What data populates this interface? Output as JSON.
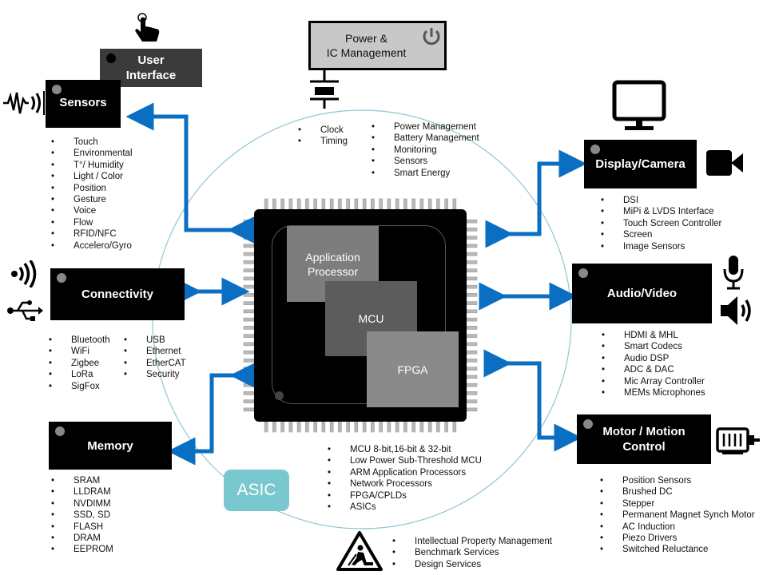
{
  "power": {
    "title": "Power &\nIC Management"
  },
  "clock_list": [
    "Clock",
    "Timing"
  ],
  "power_list": [
    "Power Management",
    "Battery Management",
    "Monitoring",
    "Sensors",
    "Smart Energy"
  ],
  "user_interface": {
    "title": "User\nInterface"
  },
  "sensors": {
    "title": "Sensors",
    "items": [
      "Touch",
      "Environmental",
      "T°/ Humidity",
      "Light / Color",
      "Position",
      "Gesture",
      "Voice",
      "Flow",
      "RFID/NFC",
      "Accelero/Gyro"
    ]
  },
  "connectivity": {
    "title": "Connectivity",
    "col1": [
      "Bluetooth",
      "WiFi",
      "Zigbee",
      "LoRa",
      "SigFox"
    ],
    "col2": [
      "USB",
      "Ethernet",
      "EtherCAT",
      "Security"
    ]
  },
  "memory": {
    "title": "Memory",
    "items": [
      "SRAM",
      "LLDRAM",
      "NVDIMM",
      "SSD, SD",
      "FLASH",
      "DRAM",
      "EEPROM"
    ]
  },
  "asic": {
    "label": "ASIC"
  },
  "chip": {
    "app_processor": "Application\nProcessor",
    "mcu": "MCU",
    "fpga": "FPGA"
  },
  "processors": [
    "MCU 8-bit,16-bit & 32-bit",
    "Low Power Sub-Threshold MCU",
    "ARM Application Processors",
    "Network Processors",
    "FPGA/CPLDs",
    "ASICs"
  ],
  "services": [
    "Intellectual Property Management",
    "Benchmark Services",
    "Design Services"
  ],
  "display": {
    "title": "Display/Camera",
    "items": [
      "DSI",
      "MiPi & LVDS Interface",
      "Touch Screen Controller",
      "Screen",
      "Image Sensors"
    ]
  },
  "audio": {
    "title": "Audio/Video",
    "items": [
      "HDMI & MHL",
      "Smart Codecs",
      "Audio DSP",
      "ADC & DAC",
      "Mic Array Controller",
      "MEMs Microphones"
    ]
  },
  "motor": {
    "title": "Motor / Motion\nControl",
    "items": [
      "Position Sensors",
      "Brushed DC",
      "Stepper",
      "Permanent Magnet Synch Motor",
      "AC Induction",
      "Piezo Drivers",
      "Switched Reluctance"
    ]
  },
  "colors": {
    "arrow": "#0a6fc2",
    "box": "#000000",
    "gray_box": "#3b3b3b",
    "asic": "#7ac8cf",
    "circle": "#8fc6d2"
  },
  "icons": [
    "hand-pointer-icon",
    "power-icon",
    "battery-icon",
    "sensor-wave-icon",
    "wifi-icon",
    "usb-icon",
    "monitor-icon",
    "video-camera-icon",
    "microphone-icon",
    "speaker-icon",
    "motor-icon",
    "construction-warning-icon"
  ]
}
